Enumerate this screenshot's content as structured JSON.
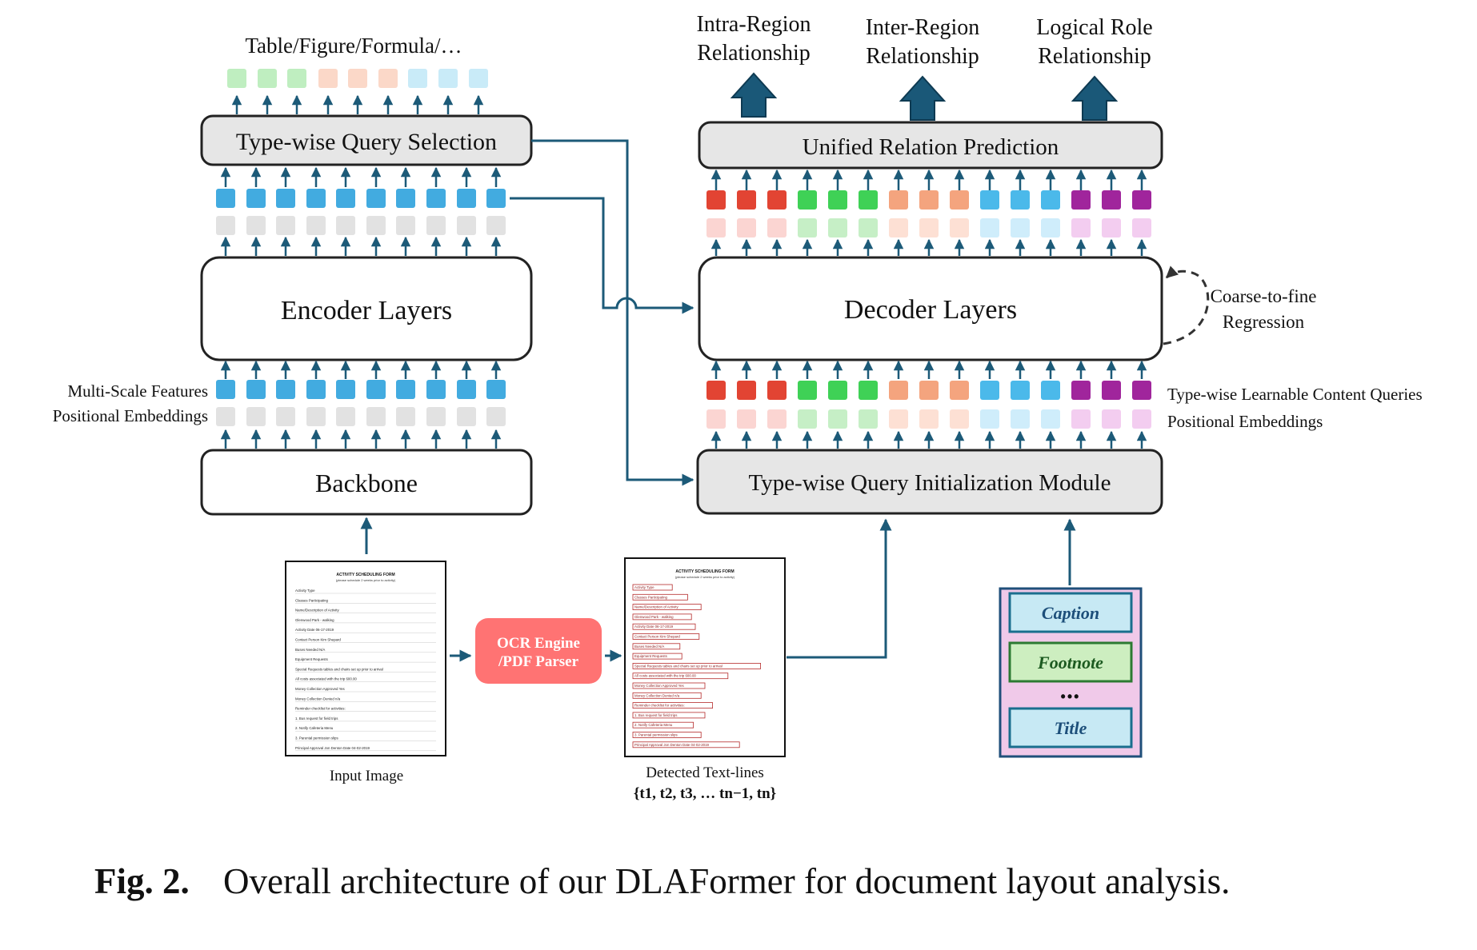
{
  "diagram": {
    "top_left_label": "Table/Figure/Formula/…",
    "outputs": {
      "intra": [
        "Intra-Region",
        "Relationship"
      ],
      "inter": [
        "Inter-Region",
        "Relationship"
      ],
      "logical": [
        "Logical Role",
        "Relationship"
      ]
    },
    "blocks": {
      "query_selection": "Type-wise Query Selection",
      "encoder": "Encoder Layers",
      "backbone": "Backbone",
      "relation_prediction": "Unified Relation Prediction",
      "decoder": "Decoder Layers",
      "query_init": "Type-wise Query Initialization Module",
      "ocr": [
        "OCR Engine",
        "/PDF Parser"
      ]
    },
    "side_labels": {
      "multi_scale": "Multi-Scale Features",
      "pos_emb_left": "Positional Embeddings",
      "content_queries": "Type-wise Learnable Content Queries",
      "pos_emb_right": "Positional Embeddings",
      "coarse": [
        "Coarse-to-fine",
        "Regression"
      ]
    },
    "documents": {
      "input_label": "Input Image",
      "detected_label": "Detected Text-lines",
      "detected_set": "{t1, t2, t3, … tn−1, tn}",
      "form_title": "ACTIVITY SCHEDULING FORM",
      "form_subtitle": "(please schedule 2 weeks prior to activity)",
      "form_fields": [
        "Activity Type",
        "Classes Participating",
        "Name/Description of Activity",
        "Glenwood Park - walking",
        "Activity Date  06-17-2019",
        "Contact Person  Kim Shepard",
        "Buses Needed  N/A",
        "Equipment Requests",
        "Special Requests  tables and chairs set up prior to arrival",
        "All costs associated with the trip  600.00",
        "Money Collection Approved  Yes",
        "Money Collection Denied  n/a",
        "Reminder checklist for activities:",
        "1. Bus request for field trips",
        "2. Notify Cafeteria Menu",
        "3. Parental permission slips",
        "Principal Approval  Jon Denton   Date 04-02-2019"
      ]
    },
    "categories": {
      "caption": "Caption",
      "footnote": "Footnote",
      "dots": "•••",
      "title": "Title"
    },
    "colors": {
      "arrow": "#1c5a78",
      "block_fill": "#e6e6e6",
      "ocr_fill": "#ff7373",
      "cat_panel": "#f0c9e9",
      "cat_border": "#1f4f7a",
      "caption_fill": "#c7e9f4",
      "footnote_fill": "#cdeec0",
      "left_feature": "#42abe0",
      "left_pos": "#e2e2e2",
      "top_outputs": [
        "#bfeec0",
        "#bfeec0",
        "#bfeec0",
        "#fbd8c8",
        "#fbd8c8",
        "#fbd8c8",
        "#c9ebf8",
        "#c9ebf8",
        "#c9ebf8"
      ],
      "right_strong": [
        "#e24433",
        "#e24433",
        "#e24433",
        "#3fd156",
        "#3fd156",
        "#3fd156",
        "#f4a47e",
        "#f4a47e",
        "#f4a47e",
        "#4bb9ea",
        "#4bb9ea",
        "#4bb9ea",
        "#a0259c",
        "#a0259c",
        "#a0259c"
      ],
      "right_light": [
        "#fbd5d2",
        "#fbd5d2",
        "#fbd5d2",
        "#c6efc6",
        "#c6efc6",
        "#c6efc6",
        "#fde0d4",
        "#fde0d4",
        "#fde0d4",
        "#cfedfb",
        "#cfedfb",
        "#cfedfb",
        "#f3cdf0",
        "#f3cdf0",
        "#f3cdf0"
      ]
    }
  },
  "caption": {
    "label": "Fig. 2.",
    "text": "Overall architecture of our DLAFormer for document layout analysis."
  }
}
